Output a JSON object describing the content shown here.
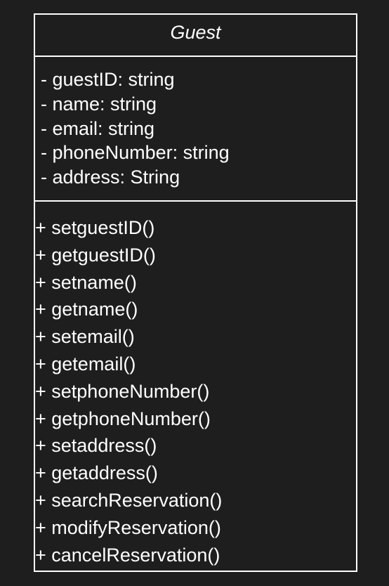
{
  "class": {
    "name": "Guest",
    "attributes": [
      "- guestID: string",
      "- name: string",
      "- email: string",
      "- phoneNumber: string",
      "- address: String"
    ],
    "methods": [
      "+ setguestID()",
      "+ getguestID()",
      "+ setname()",
      "+ getname()",
      "+ setemail()",
      "+ getemail()",
      "+ setphoneNumber()",
      "+ getphoneNumber()",
      "+ setaddress()",
      "+ getaddress()",
      "+ searchReservation()",
      "+ modifyReservation()",
      "+ cancelReservation()"
    ]
  },
  "colors": {
    "background": "#1e1e1e",
    "foreground": "#ffffff"
  }
}
